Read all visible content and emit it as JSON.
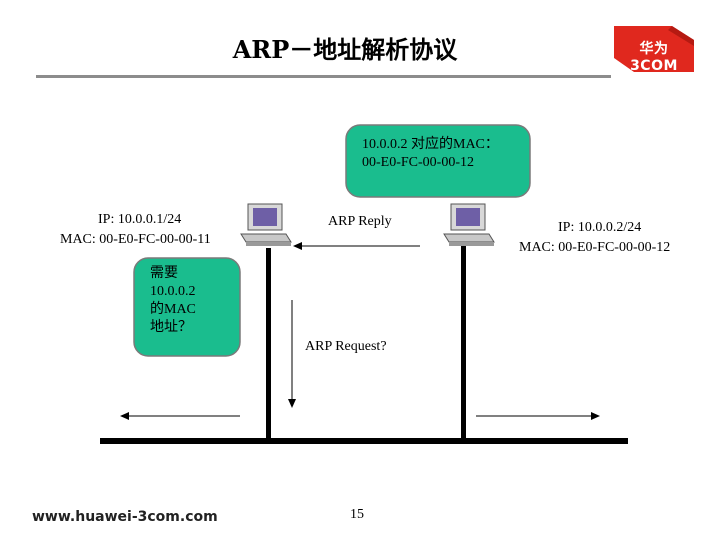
{
  "title": "ARP－地址解析协议",
  "logo": {
    "text": "华为 3COM",
    "color": "#e0281e"
  },
  "callouts": {
    "reply": {
      "line1": "10.0.0.2 对应的MAC：",
      "line2": "00-E0-FC-00-00-12"
    },
    "request": {
      "line1": "需要",
      "line2": "10.0.0.2",
      "line3": "的MAC",
      "line4": "地址？"
    }
  },
  "host_left": {
    "ip": "IP: 10.0.0.1/24",
    "mac": "MAC: 00-E0-FC-00-00-11"
  },
  "host_right": {
    "ip": "IP: 10.0.0.2/24",
    "mac": "MAC: 00-E0-FC-00-00-12"
  },
  "messages": {
    "reply": "ARP Reply",
    "request": "ARP  Request?"
  },
  "footer": {
    "url": "www.huawei-3com.com",
    "page": "15"
  },
  "colors": {
    "callout_fill": "#1abd8e",
    "callout_border": "#7a7a7a",
    "bus": "#000000"
  }
}
